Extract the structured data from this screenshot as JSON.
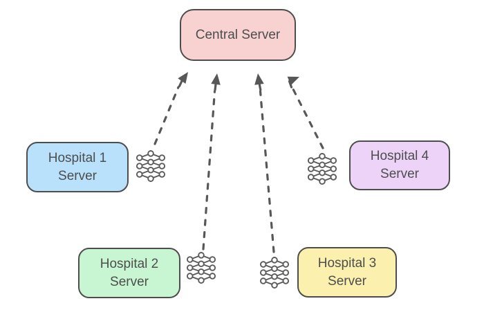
{
  "diagram": {
    "type": "federated-learning-topology",
    "border_color": "#4d4d4d",
    "text_color": "#4d4d4d",
    "arrow_color": "#575757",
    "icon_color": "#5b5b5b",
    "background": "#ffffff",
    "central": {
      "label": "Central Server",
      "fill": "#f8d1d1"
    },
    "hospitals": [
      {
        "label": "Hospital 1 Server",
        "label_line1": "Hospital 1",
        "label_line2": "Server",
        "fill": "#b9e1fb",
        "icon": "neural-network-icon"
      },
      {
        "label": "Hospital 2 Server",
        "label_line1": "Hospital 2",
        "label_line2": "Server",
        "fill": "#c9f6d2",
        "icon": "neural-network-icon"
      },
      {
        "label": "Hospital 3 Server",
        "label_line1": "Hospital 3",
        "label_line2": "Server",
        "fill": "#fbf0ad",
        "icon": "neural-network-icon"
      },
      {
        "label": "Hospital 4 Server",
        "label_line1": "Hospital 4",
        "label_line2": "Server",
        "fill": "#eed3f9",
        "icon": "neural-network-icon"
      }
    ],
    "edges": [
      {
        "from": "Hospital 1 Server",
        "to": "Central Server",
        "style": "dashed",
        "arrowhead": "filled-triangle"
      },
      {
        "from": "Hospital 2 Server",
        "to": "Central Server",
        "style": "dashed",
        "arrowhead": "filled-triangle"
      },
      {
        "from": "Hospital 3 Server",
        "to": "Central Server",
        "style": "dashed",
        "arrowhead": "filled-triangle"
      },
      {
        "from": "Hospital 4 Server",
        "to": "Central Server",
        "style": "dashed",
        "arrowhead": "filled-triangle"
      }
    ]
  }
}
